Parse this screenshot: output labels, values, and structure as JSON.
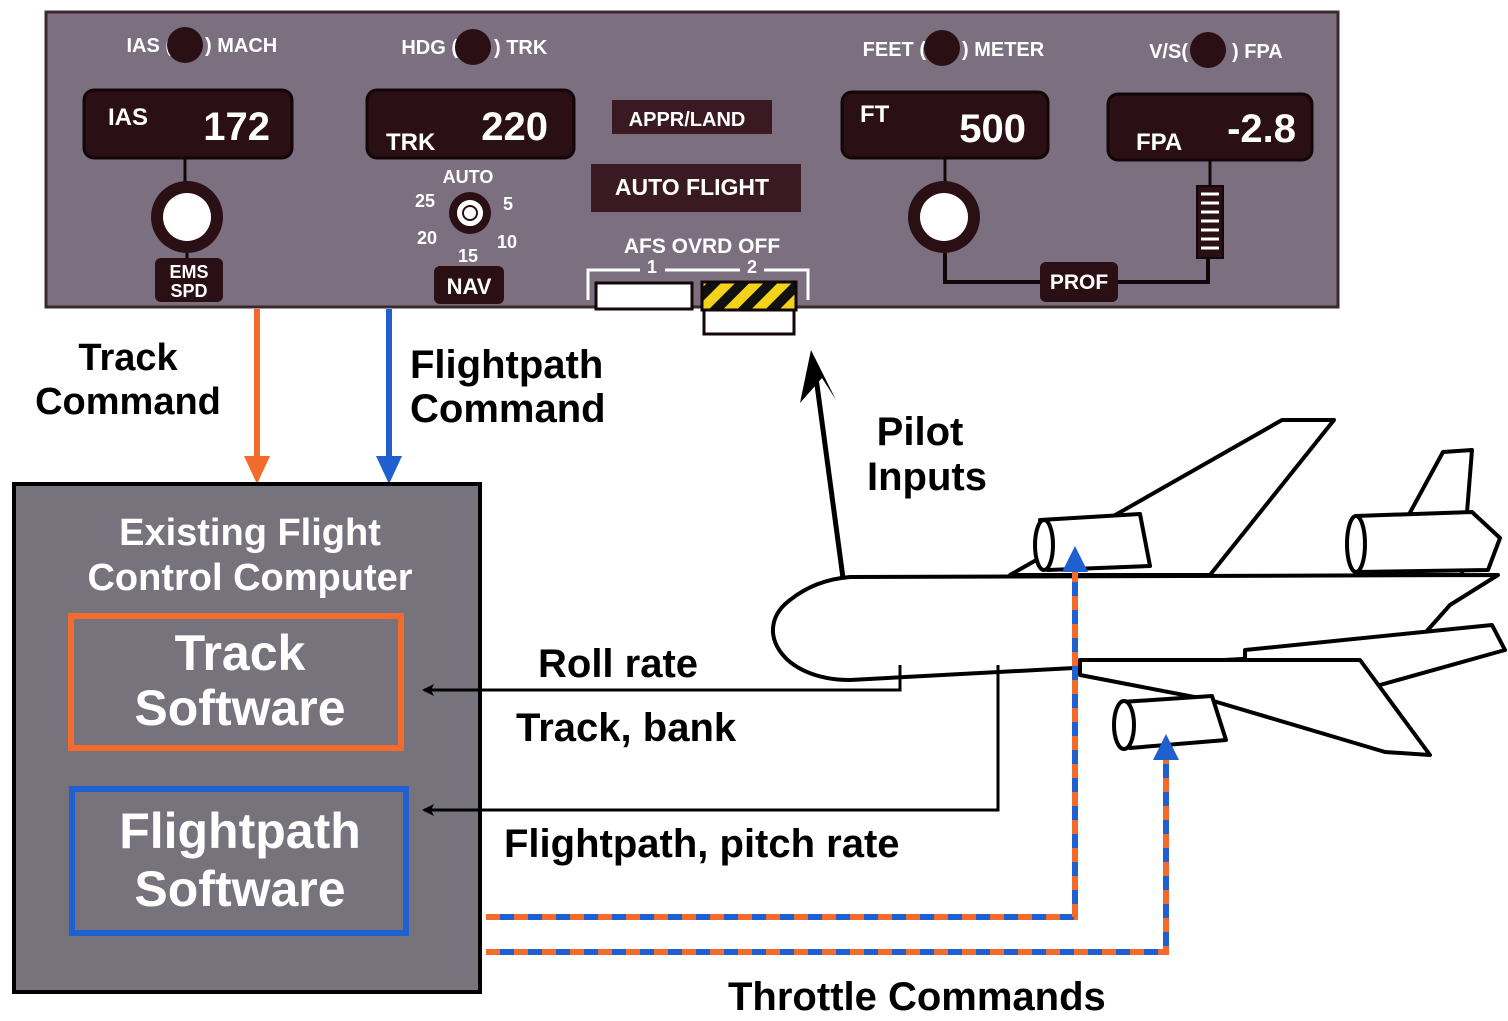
{
  "colors": {
    "panel_bg": "#7c7080",
    "panel_dark": "#3a1a22",
    "computer_bg": "#76737c",
    "track": "#f26b2a",
    "flightpath": "#1f5fd0",
    "caution_yellow": "#f2d21a"
  },
  "panel": {
    "selectors": [
      {
        "left": "IAS (",
        "right": ") MACH"
      },
      {
        "left": "HDG (",
        "right": ") TRK"
      },
      {
        "left": "FEET (",
        "right": ") METER"
      },
      {
        "left": "V/S(",
        "right": ") FPA"
      }
    ],
    "displays": [
      {
        "label": "IAS",
        "value": "172"
      },
      {
        "label": "TRK",
        "value": "220"
      },
      {
        "label": "FT",
        "value": "500"
      },
      {
        "label": "FPA",
        "value": "-2.8"
      }
    ],
    "ems_spd": [
      "EMS",
      "SPD"
    ],
    "auto_label": "AUTO",
    "bank_settings": [
      "25",
      "5",
      "20",
      "10",
      "15"
    ],
    "nav_button": "NAV",
    "appr_land": "APPR/LAND",
    "auto_flight": "AUTO FLIGHT",
    "afs_ovrd_off": "AFS OVRD OFF",
    "afs_switch_1": "1",
    "afs_switch_2": "2",
    "prof_button": "PROF"
  },
  "labels": {
    "track_command": [
      "Track",
      "Command"
    ],
    "flightpath_command": [
      "Flightpath",
      "Command"
    ],
    "pilot_inputs": [
      "Pilot",
      "Inputs"
    ],
    "roll_rate": "Roll rate",
    "track_bank": "Track, bank",
    "flightpath_pitch_rate": "Flightpath, pitch rate",
    "throttle_commands": "Throttle Commands"
  },
  "computer": {
    "title": [
      "Existing Flight",
      "Control  Computer"
    ],
    "track_software": [
      "Track",
      "Software"
    ],
    "flightpath_software": [
      "Flightpath",
      "Software"
    ]
  }
}
